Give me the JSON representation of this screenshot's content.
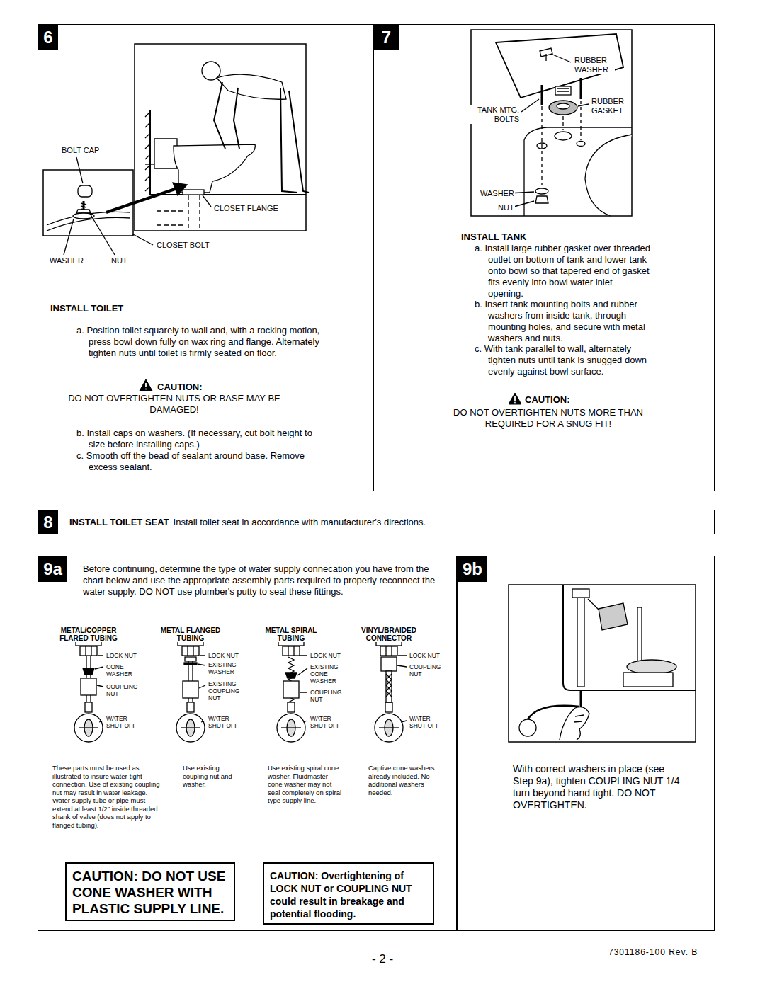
{
  "diagram": {
    "nodes": [
      {
        "text": [
          "6",
          "INSTALL TOILET",
          "a. Position toilet squarely to wall and, with a rocking motion, press bowl down fully on wax ring and flange. Alternately tighten nuts until toilet is firmly seated on floor.",
          "CAUTION:",
          "DO NOT OVERTIGHTEN NUTS OR BASE MAY BE DAMAGED!",
          "b. Install caps on washers. (If necessary, cut bolt height to size before installing caps.)",
          "c. Smooth off the bead of sealant around base. Remove excess sealant."
        ]
      },
      {
        "text": [
          "7",
          "INSTALL TANK",
          "a. Install large rubber gasket over threaded outlet on bottom of tank and lower tank onto bowl so that tapered end of gasket fits evenly into bowl water inlet opening.",
          "b. Insert tank mounting bolts and rubber washers from inside tank, through mounting holes, and secure with metal washers and nuts.",
          "c. With tank parallel to wall, alternately tighten nuts until tank is snugged down evenly against bowl surface.",
          "CAUTION:",
          "DO NOT OVERTIGHTEN NUTS MORE THAN REQUIRED FOR A SNUG FIT!"
        ]
      },
      {
        "text": [
          "8",
          "INSTALL TOILET SEAT",
          "Install toilet seat in accordance with manufacturer's directions."
        ]
      },
      {
        "text": [
          "9a",
          "Before continuing, determine the type of water supply connecation you have from the chart below and use the appropriate assembly parts required to properly reconnect the water supply. DO NOT use plumber's putty to seal these fittings."
        ]
      },
      {
        "text": [
          "CAUTION: DO NOT USE CONE WASHER WITH PLASTIC SUPPLY LINE."
        ],
        "in": 3
      },
      {
        "text": [
          "CAUTION: Overtightening of LOCK NUT or COUPLING NUT could result in breakage and potential flooding."
        ],
        "in": 3
      },
      {
        "text": [
          "9b",
          "With correct washers in place (see Step 9a), tighten COUPLING NUT 1/4 turn beyond hand tight. DO NOT OVERTIGHTEN."
        ]
      }
    ],
    "labels": [
      "BOLT CAP",
      "CLOSET FLANGE",
      "CLOSET BOLT",
      "WASHER",
      "NUT",
      "RUBBER WASHER",
      "RUBBER GASKET",
      "TANK MTG. BOLTS",
      "WASHER",
      "NUT",
      "METAL/COPPER FLARED TUBING",
      "METAL FLANGED TUBING",
      "METAL SPIRAL TUBING",
      "VINYL/BRAIDED CONNECTOR",
      "LOCK NUT",
      "CONE WASHER",
      "COUPLING NUT",
      "WATER SHUT-OFF",
      "LOCK NUT",
      "EXISTING WASHER",
      "EXISTING COUPLING NUT",
      "WATER SHUT-OFF",
      "LOCK NUT",
      "EXISTING CONE WASHER",
      "COUPLING NUT",
      "WATER SHUT-OFF",
      "LOCK NUT",
      "COUPLING NUT",
      "WATER SHUT-OFF",
      "These parts must be used as illustrated to insure water-tight connection. Use of existing coupling nut may result in water leakage. Water supply tube or pipe must extend at least 1/2\" inside threaded shank of valve (does not apply to flanged tubing).",
      "Use existing coupling nut and washer.",
      "Use existing spiral cone washer. Fluidmaster cone washer may not seal completely on spiral type supply line.",
      "Captive cone washers already included. No additional washers needed.",
      "- 2 -",
      "7301186-100 Rev. B"
    ]
  }
}
